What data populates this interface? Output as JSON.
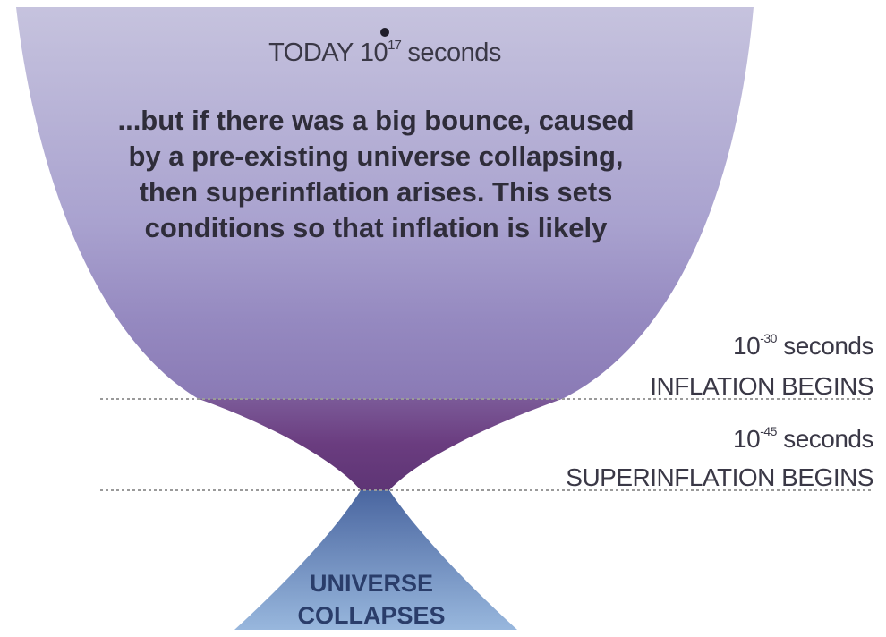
{
  "today": {
    "prefix": "TODAY 10",
    "exponent": "17",
    "suffix": "seconds"
  },
  "description": "...but if there was a big bounce, caused by a pre-existing universe collapsing, then superinflation arises. This sets conditions so that inflation is likely",
  "inflation": {
    "time_base": "10",
    "time_exponent": "-30",
    "time_unit": "seconds",
    "label": "INFLATION BEGINS"
  },
  "superinflation": {
    "time_base": "10",
    "time_exponent": "-45",
    "time_unit": "seconds",
    "label": "SUPERINFLATION BEGINS"
  },
  "collapse": {
    "line1": "UNIVERSE",
    "line2": "COLLAPSES"
  },
  "colors": {
    "cup_top": "#b4b1d3",
    "cup_mid": "#9e95c6",
    "inflation_band": "#6d3f80",
    "lower_cone_top": "#4f6ea8",
    "lower_cone_bottom": "#8fb0d8",
    "dotted_line": "#9a9a9a"
  }
}
